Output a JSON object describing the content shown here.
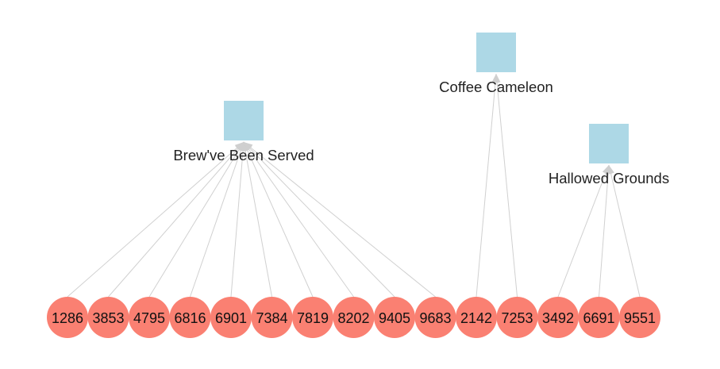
{
  "diagram": {
    "type": "bipartite-network",
    "colors": {
      "shop_node": "#add8e6",
      "person_node": "#fa8072",
      "edge": "#d0d0d0"
    },
    "shops": [
      {
        "id": "brew",
        "label": "Brew've Been Served"
      },
      {
        "id": "cameleon",
        "label": "Coffee Cameleon"
      },
      {
        "id": "hallowed",
        "label": "Hallowed Grounds"
      }
    ],
    "people": [
      {
        "id": "1286",
        "shop": "brew"
      },
      {
        "id": "3853",
        "shop": "brew"
      },
      {
        "id": "4795",
        "shop": "brew"
      },
      {
        "id": "6816",
        "shop": "brew"
      },
      {
        "id": "6901",
        "shop": "brew"
      },
      {
        "id": "7384",
        "shop": "brew"
      },
      {
        "id": "7819",
        "shop": "brew"
      },
      {
        "id": "8202",
        "shop": "brew"
      },
      {
        "id": "9405",
        "shop": "brew"
      },
      {
        "id": "9683",
        "shop": "brew"
      },
      {
        "id": "2142",
        "shop": "cameleon"
      },
      {
        "id": "7253",
        "shop": "cameleon"
      },
      {
        "id": "3492",
        "shop": "hallowed"
      },
      {
        "id": "6691",
        "shop": "hallowed"
      },
      {
        "id": "9551",
        "shop": "hallowed"
      }
    ]
  }
}
